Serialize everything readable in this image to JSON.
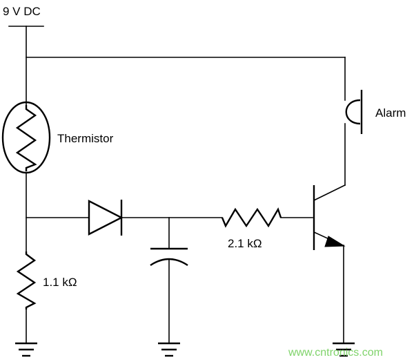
{
  "labels": {
    "supply": "9 V DC",
    "thermistor": "Thermistor",
    "alarm": "Alarm",
    "r_bottom": "1.1 kΩ",
    "r_base": "2.1 kΩ"
  },
  "watermark": "www.cntronics.com",
  "colors": {
    "wire": "#000000",
    "watermark": "#7fd36a",
    "background": "#ffffff"
  }
}
